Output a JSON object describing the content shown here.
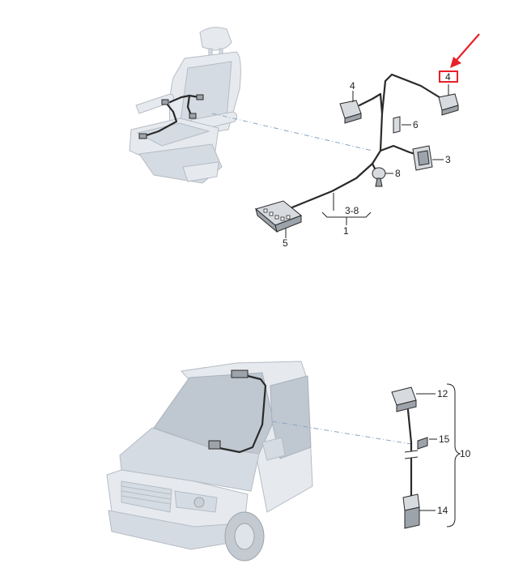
{
  "callouts": {
    "c3": "3",
    "c4_left": "4",
    "c4_right": "4",
    "c5": "5",
    "c6": "6",
    "c8": "8",
    "c3_8": "3-8",
    "c1": "1",
    "c10": "10",
    "c12": "12",
    "c14": "14",
    "c15": "15"
  },
  "highlight": {
    "callout": "c4_right",
    "box_color": "#e8202a",
    "arrow_color": "#e8202a"
  },
  "colors": {
    "leader_line": "#222222",
    "dash_line": "#8aa5c4",
    "part_gray": "#d7dbe0"
  }
}
